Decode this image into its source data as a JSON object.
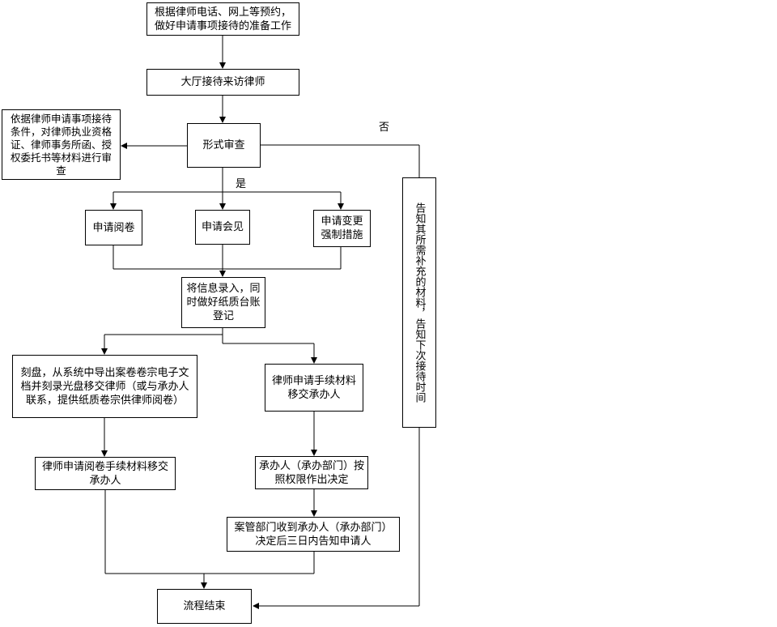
{
  "flowchart": {
    "nodes": {
      "appointment": "根据律师电话、网上等预约，做好申请事项接待的准备工作",
      "reception": "大厅接待来访律师",
      "formal_review": "形式审查",
      "review_note": "依据律师申请事项接待条件，对律师执业资格证、律师事务所函、授权委托书等材料进行审查",
      "apply_read": "申请阅卷",
      "apply_meet": "申请会见",
      "apply_change": "申请变更强制措施",
      "register": "将信息录入，同时做好纸质台账登记",
      "burn_disc": "刻盘，从系统中导出案卷卷宗电子文档并刻录光盘移交律师（或与承办人联系，提供纸质卷宗供律师阅卷）",
      "transfer_materials": "律师申请手续材料移交承办人",
      "read_transfer": "律师申请阅卷手续材料移交承办人",
      "handler_decision": "承办人（承办部门）按照权限作出决定",
      "notify": "案管部门收到承办人（承办部门）决定后三日内告知申请人",
      "end": "流程结束",
      "inform_supplement": "告知其所需补充的材料，告知下次接待时间"
    },
    "labels": {
      "yes": "是",
      "no": "否"
    }
  }
}
